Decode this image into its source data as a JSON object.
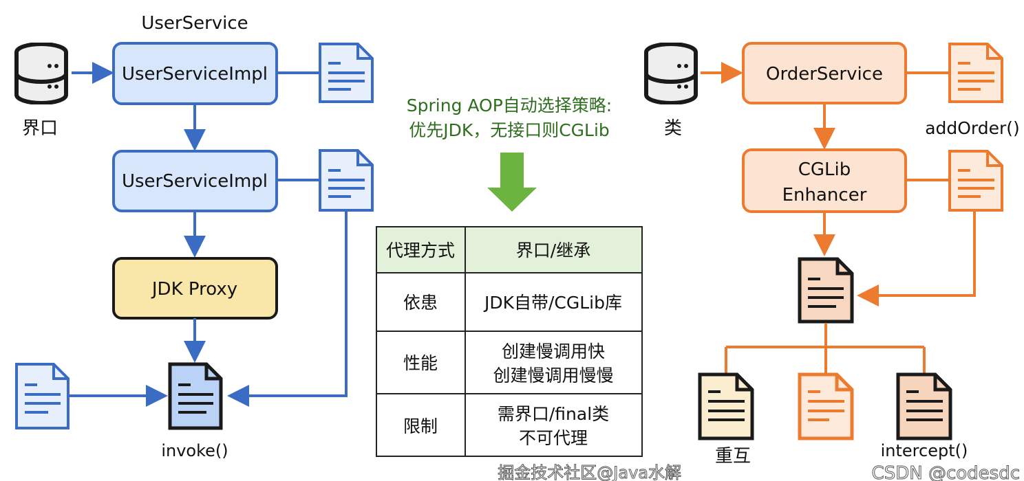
{
  "colors": {
    "blue": "#3b6cc4",
    "blue_fill": "#d7e6fb",
    "yellow_fill": "#f9e7a9",
    "orange": "#ec7a2f",
    "orange_fill": "#fde4d2",
    "green": "#6ab43f",
    "green_text": "#2f6d1f",
    "table_header": "#e3f1da"
  },
  "jdk": {
    "top_label": "UserService",
    "db_label": "界口",
    "box1": "UserServiceImpl",
    "box2": "UserServiceImpl",
    "proxy": "JDK Proxy",
    "invoke_label": "invoke()"
  },
  "center": {
    "line1": "Spring AOP自动选择策略:",
    "line2": "优先JDK，无接口则CGLib",
    "table": {
      "header": [
        "代理方式",
        "界口/继承"
      ],
      "rows": [
        {
          "label": "依患",
          "value": [
            "JDK自带/CGLib库"
          ]
        },
        {
          "label": "性能",
          "value": [
            "创建慢调用快",
            "创建慢调用慢慢"
          ]
        },
        {
          "label": "限制",
          "value": [
            "需界口/final类",
            "不可代理"
          ]
        }
      ]
    }
  },
  "cglib": {
    "db_label": "类",
    "box1": "OrderService",
    "method_label": "addOrder()",
    "box2_line1": "CGLib",
    "box2_line2": "Enhancer",
    "leaf1_label": "重互",
    "leaf3_label": "intercept()"
  },
  "watermarks": [
    "掘金技术社区@Java水解",
    "CSDN @codesdc"
  ],
  "icons": [
    "database-icon",
    "document-icon",
    "arrow-down-icon"
  ]
}
